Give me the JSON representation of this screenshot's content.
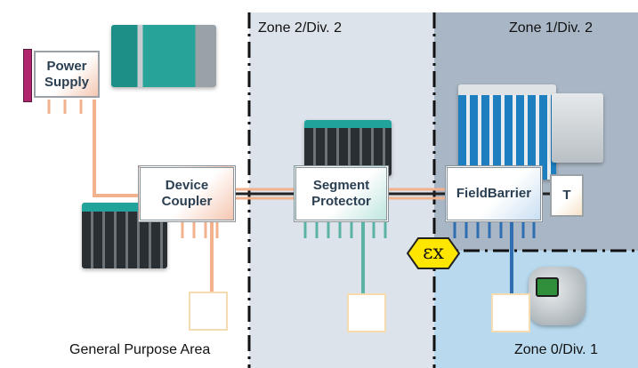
{
  "zones": {
    "general": "General Purpose Area",
    "zone2": "Zone 2/Div. 2",
    "zone1": "Zone 1/Div. 2",
    "zone0": "Zone 0/Div. 1"
  },
  "boxes": {
    "power_supply": "Power\nSupply",
    "device_coupler": "Device\nCoupler",
    "segment_protector": "Segment\nProtector",
    "fieldbarrier": "FieldBarrier",
    "terminator": "T"
  },
  "ex_symbol": "εx",
  "colors": {
    "zone2_bg": "#dde3ea",
    "zone1_bg": "#a9b6c5",
    "zone0_bg": "#b8d9ee",
    "wire_orange": "#f2b28e",
    "wire_teal": "#5bb3a6",
    "wire_blue": "#2f6fb1",
    "ex_yellow": "#ffe600",
    "magenta": "#b0246e"
  }
}
